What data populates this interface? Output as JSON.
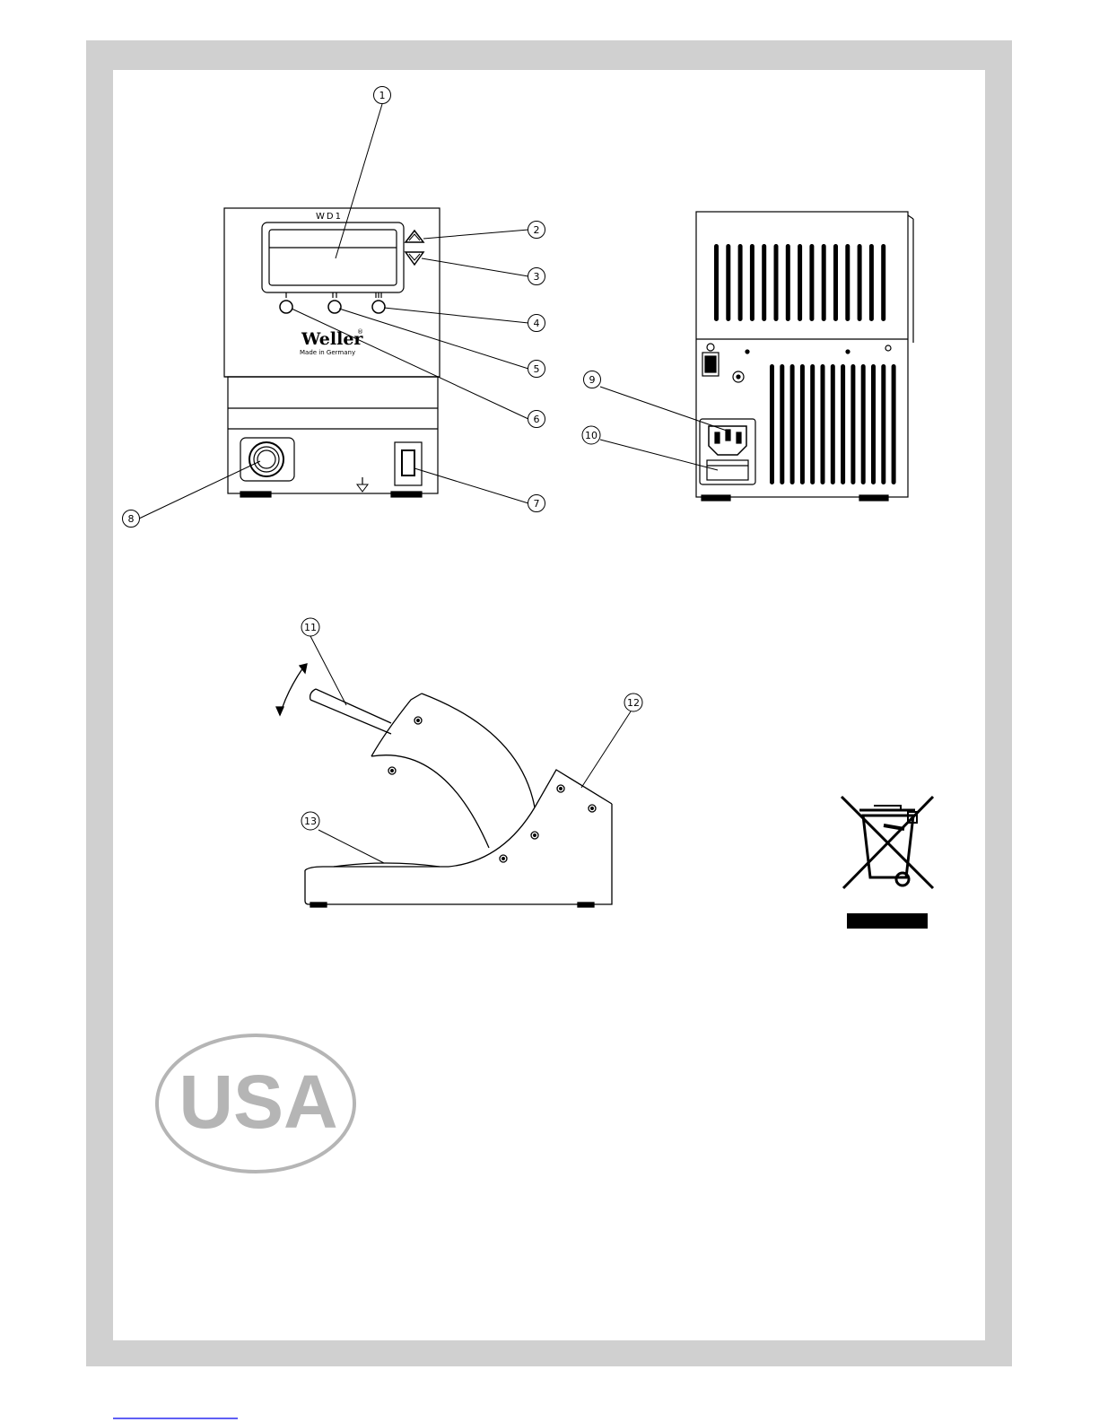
{
  "front_panel": {
    "model_label": "WD1",
    "brand_label": "Weller",
    "registered_mark": "®",
    "origin_label": "Made in Germany"
  },
  "callouts": [
    "1",
    "2",
    "3",
    "4",
    "5",
    "6",
    "7",
    "8",
    "9",
    "10",
    "11",
    "12",
    "13"
  ],
  "country_badge": {
    "label": "USA"
  },
  "disposal_symbol": {
    "name": "crossed-out-wheelie-bin-icon"
  },
  "colors": {
    "frame": "#d0d0d0",
    "badge": "#b5b5b5",
    "footer_line": "#2a2af0"
  }
}
